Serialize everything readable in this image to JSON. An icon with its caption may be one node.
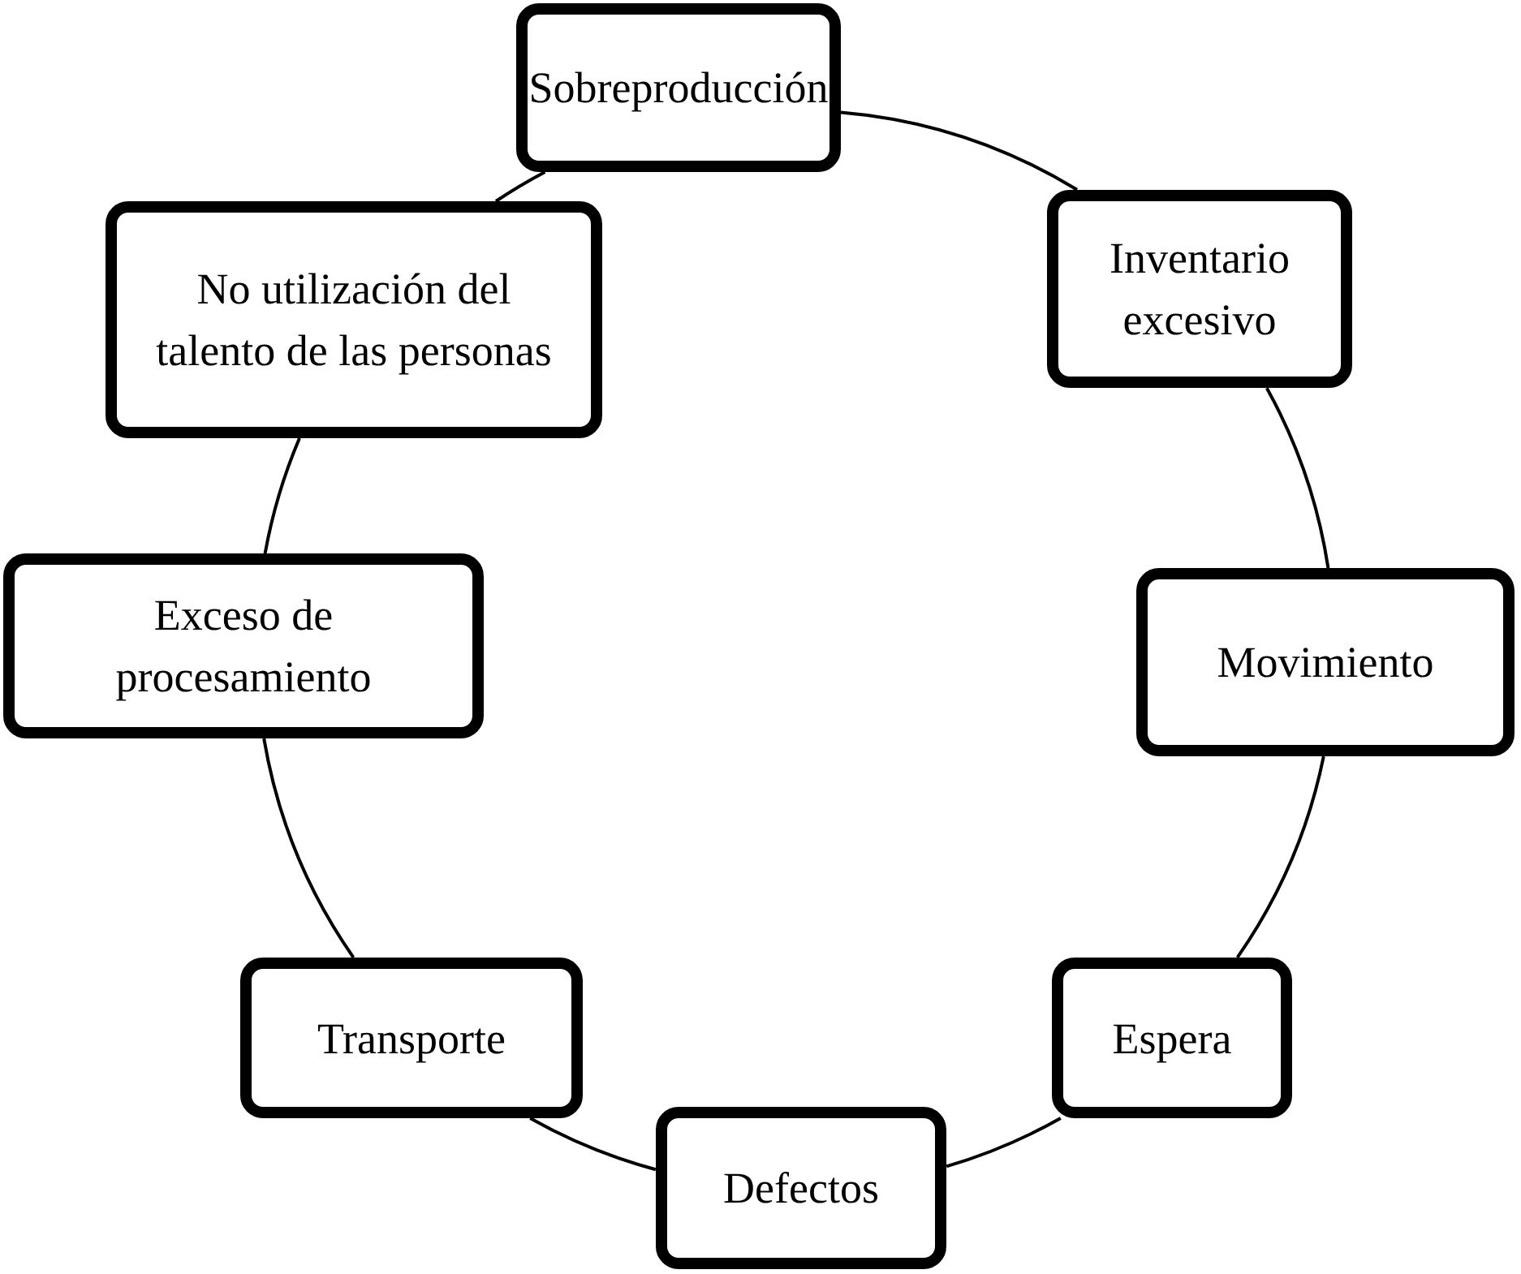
{
  "diagram": {
    "nodes": [
      {
        "text": [
          "Sobreproducción"
        ]
      },
      {
        "text": [
          "No utilización del talento de las personas"
        ]
      },
      {
        "text": [
          "Inventario excesivo"
        ]
      },
      {
        "text": [
          "Exceso de procesamiento"
        ]
      },
      {
        "text": [
          "Movimiento"
        ]
      },
      {
        "text": [
          "Transporte"
        ]
      },
      {
        "text": [
          "Espera"
        ]
      },
      {
        "text": [
          "Defectos"
        ]
      }
    ],
    "edges": [
      {
        "from": 0,
        "to": 2,
        "arrow": "none"
      },
      {
        "from": 2,
        "to": 4,
        "arrow": "none"
      },
      {
        "from": 4,
        "to": 6,
        "arrow": "none"
      },
      {
        "from": 6,
        "to": 7,
        "arrow": "none"
      },
      {
        "from": 7,
        "to": 5,
        "arrow": "none"
      },
      {
        "from": 5,
        "to": 3,
        "arrow": "none"
      },
      {
        "from": 3,
        "to": 1,
        "arrow": "none"
      },
      {
        "from": 1,
        "to": 0,
        "arrow": "none"
      }
    ]
  }
}
